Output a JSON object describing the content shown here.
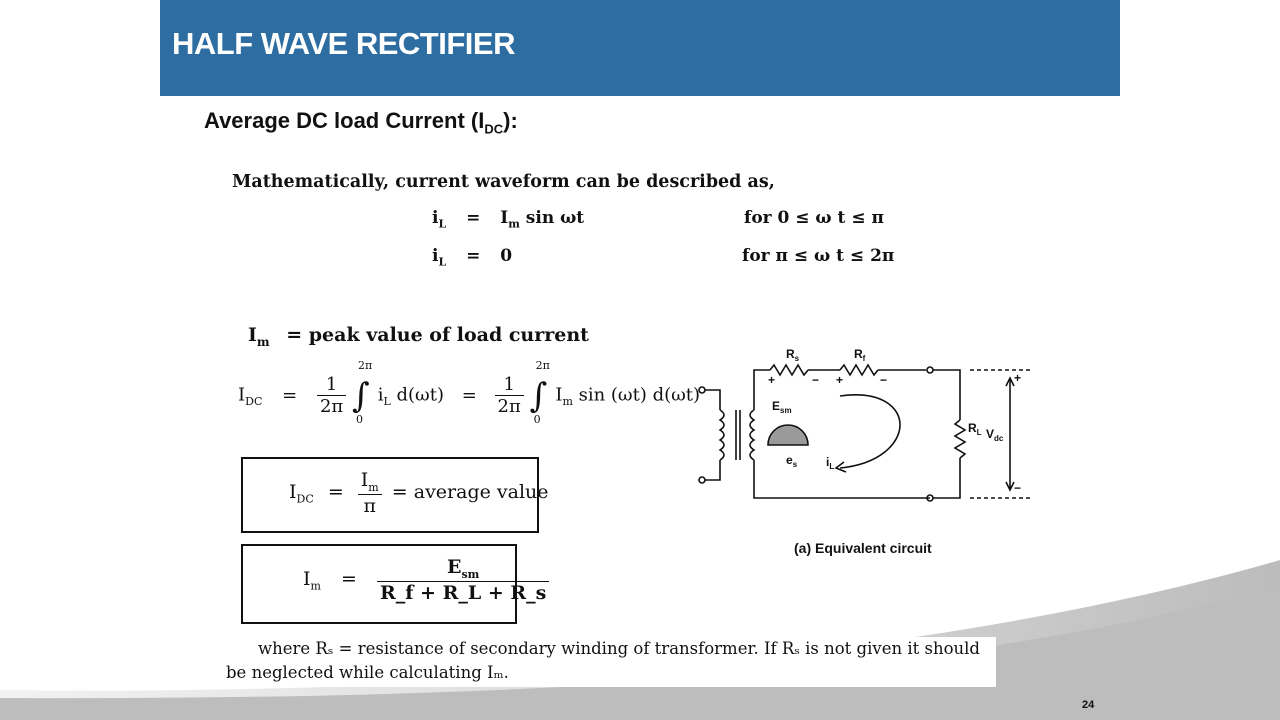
{
  "slide": {
    "title": "HALF WAVE RECTIFIER",
    "subtitle_main": "Average DC load Current (I",
    "subtitle_sub": "DC",
    "subtitle_end": "):",
    "page_number": "24"
  },
  "waveform": {
    "intro": "Mathematically, current waveform can be described as,",
    "rows": [
      {
        "lhs": "i",
        "lhs_sub": "L",
        "eq": "=",
        "rhs": "I",
        "rhs_sub": "m",
        "rhs_tail": " sin ωt",
        "cond": "for 0 ≤ ω t ≤ π"
      },
      {
        "lhs": "i",
        "lhs_sub": "L",
        "eq": "=",
        "rhs": "0",
        "rhs_sub": "",
        "rhs_tail": "",
        "cond": "for π ≤ ω t ≤ 2π"
      }
    ]
  },
  "derivation": {
    "im_def": "= peak value of load current",
    "im_symbol": "I",
    "im_sub": "m",
    "idc_lhs": "I",
    "idc_sub": "DC",
    "one": "1",
    "two_pi": "2π",
    "upper": "2π",
    "lower": "0",
    "integrand1": "i",
    "integrand1_sub": "L",
    "integrand1_tail": " d(ωt)",
    "integrand2": "I",
    "integrand2_sub": "m",
    "integrand2_tail": " sin (ωt) d(ωt)",
    "box1_num": "I",
    "box1_num_sub": "m",
    "box1_den": "π",
    "box1_tail": "= average value",
    "box2_num": "E",
    "box2_num_sub": "sm",
    "box2_den": "R_f + R_L + R_s",
    "eq": "="
  },
  "note": {
    "line1": "where Rₛ = resistance of secondary winding of transformer. If Rₛ is not given it should",
    "line2": "be neglected while calculating Iₘ."
  },
  "circuit": {
    "caption": "(a) Equivalent circuit",
    "labels": {
      "rs": "R",
      "rs_sub": "s",
      "rf": "R",
      "rf_sub": "f",
      "esm": "E",
      "esm_sub": "sm",
      "es": "e",
      "es_sub": "s",
      "il": "i",
      "il_sub": "L",
      "rl": "R",
      "rl_sub": "L",
      "vdc": "V",
      "vdc_sub": "dc",
      "plus": "+",
      "minus": "−"
    }
  }
}
